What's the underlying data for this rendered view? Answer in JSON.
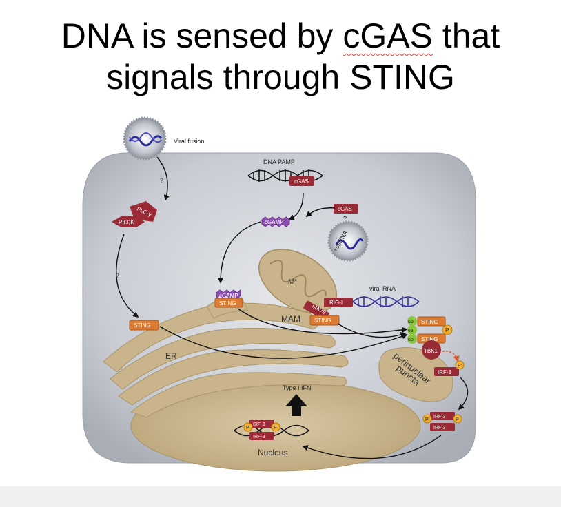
{
  "title": {
    "line1_before": "DNA is sensed by ",
    "line1_flagged": "cGAS",
    "line1_after": " that",
    "line2": "signals through STING"
  },
  "labels": {
    "viral_fusion": "Viral fusion",
    "dna_pamp": "DNA PAMP",
    "cgas": "cGAS",
    "cgas_2": "cGAS",
    "question": "?",
    "plc": "PLC-γ",
    "pi3k": "PI(3)K",
    "cgamp": "cGAMP",
    "cgamp_er": "cGAMP",
    "sting_er": "STING",
    "sting_left": "STING",
    "sting_mam": "STING",
    "sting_upper": "STING",
    "sting_lower": "STING",
    "mito": "M*",
    "mavs": "MAVS",
    "rig_i": "RIG-I",
    "viral_rna": "viral RNA",
    "ssrna": "+ssRNA",
    "mam": "MAM",
    "er": "ER",
    "ub": "ub",
    "k63": "63",
    "p": "P",
    "tbk1": "TBK1",
    "irf3": "IRF-3",
    "perinuclear_1": "perinuclear",
    "perinuclear_2": "puncta",
    "type_i_ifn": "Type I IFN",
    "nucleus": "Nucleus"
  },
  "colors": {
    "cell_fill": "#c7cbd3",
    "organelle": "#c9b48c",
    "protein_red": "#9a2a35",
    "sting_orange": "#dd7b32",
    "cgamp_purple": "#8e4fb3",
    "ub_green": "#8cc63f",
    "phospho_yellow": "#f2b134",
    "dna_blue": "#2a2a9a",
    "squiggle_red": "#d63a3a"
  },
  "icons": [
    "virus-icon",
    "dna-helix-icon",
    "curved-arrow-icon",
    "up-arrow-icon"
  ]
}
